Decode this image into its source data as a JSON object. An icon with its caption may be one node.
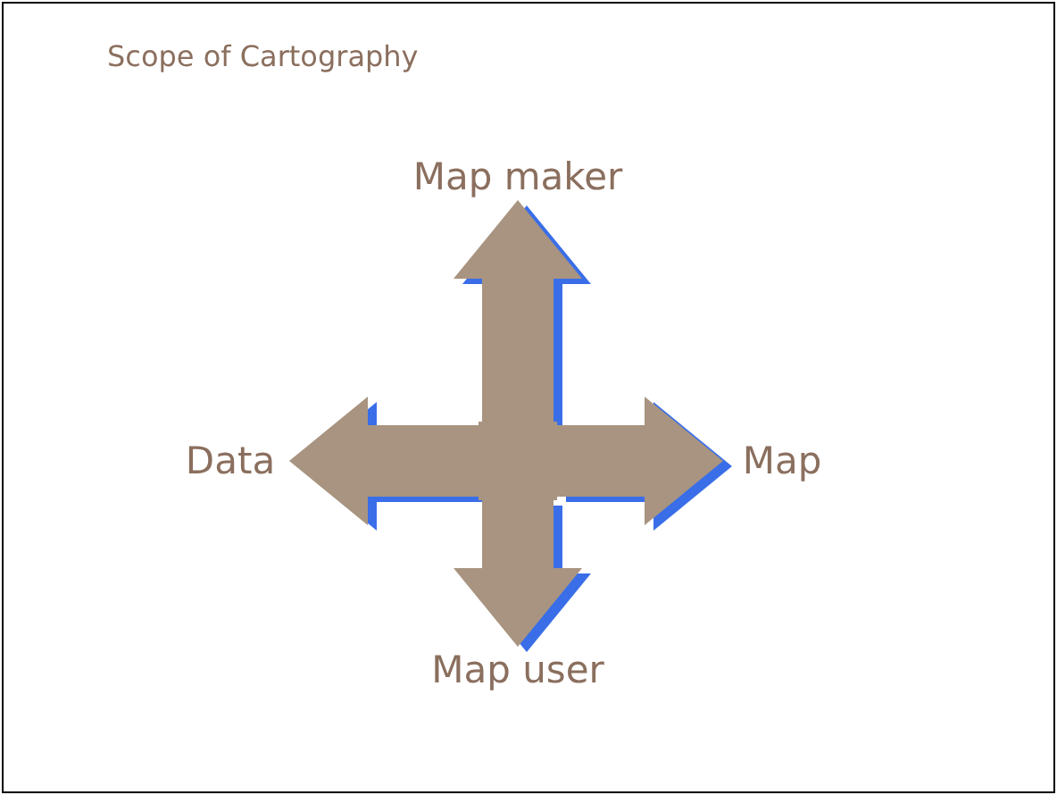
{
  "diagram": {
    "title": "Scope of Cartography",
    "nodes": [
      {
        "text": [],
        "shape": "box"
      },
      {
        "text": [
          "Map maker"
        ]
      },
      {
        "text": [
          "Data"
        ]
      },
      {
        "text": [
          "Map"
        ]
      },
      {
        "text": [
          "Map user"
        ]
      }
    ],
    "edges": [
      {
        "from": 0,
        "to": 1,
        "arrow": "to"
      },
      {
        "from": 0,
        "to": 2,
        "arrow": "to"
      },
      {
        "from": 0,
        "to": 3,
        "arrow": "to"
      },
      {
        "from": 0,
        "to": 4,
        "arrow": "to"
      }
    ]
  }
}
